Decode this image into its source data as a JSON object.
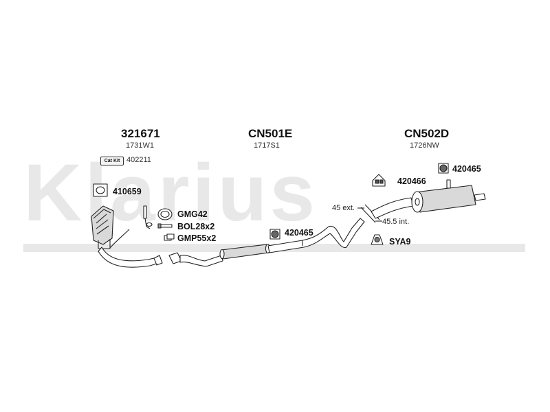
{
  "watermark": {
    "text": "Klarius"
  },
  "groups": [
    {
      "code": "321671",
      "ref": "1731W1"
    },
    {
      "code": "CN501E",
      "ref": "1717S1"
    },
    {
      "code": "CN502D",
      "ref": "1726NW"
    }
  ],
  "catkit": {
    "badge": "Cat Kit",
    "code": "402211"
  },
  "parts": {
    "p410659": "410659",
    "gmg42": "GMG42",
    "bol28x2": "BOL28x2",
    "gmp55x2": "GMP55x2",
    "p420465_mid": "420465",
    "p420466": "420466",
    "p420465_right": "420465",
    "sya9": "SYA9"
  },
  "dimensions": {
    "ext": "45 ext.",
    "int": "45.5 int."
  },
  "colors": {
    "line": "#222222",
    "watermark": "#e8e8e8",
    "metal": "#d9d9d9"
  },
  "icons": [
    "catalyst-icon",
    "gasket-icon",
    "bolt-icon",
    "clamp-icon",
    "rubber-mount-icon",
    "bracket-icon",
    "exhaust-pipe-icon",
    "silencer-icon"
  ]
}
